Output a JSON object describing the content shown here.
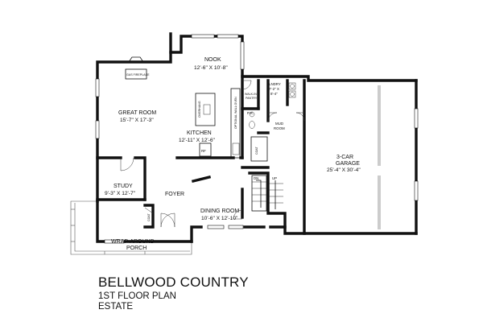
{
  "plan": {
    "title": "BELLWOOD COUNTRY",
    "subtitle": "1ST FLOOR PLAN",
    "edition": "ESTATE"
  },
  "rooms": {
    "nook": {
      "name": "NOOK",
      "dims": "12'-6\" X 10'-8\""
    },
    "great_room": {
      "name": "GREAT ROOM",
      "dims": "15'-7\" X 17'-3\""
    },
    "kitchen": {
      "name": "KITCHEN",
      "dims": "12'-11\" X 12'-6\""
    },
    "study": {
      "name": "STUDY",
      "dims": "9'-3\" X 12'-7\""
    },
    "foyer": {
      "name": "FOYER"
    },
    "dining_room": {
      "name": "DINING ROOM",
      "dims": "10'-6\" X 12'-10\""
    },
    "mud_room": {
      "name_1": "MUD",
      "name_2": "ROOM"
    },
    "laundry": {
      "name": "LNDRY",
      "dims_1": "7'-2\" X",
      "dims_2": "8'-4\""
    },
    "walkin_pantry": {
      "name_1": "WALK-IN",
      "name_2": "PANTRY"
    },
    "powder_room": {
      "name": "P.R."
    },
    "garage": {
      "name_1": "3-CAR",
      "name_2": "GARAGE",
      "dims": "25'-4\" X 30'-4\""
    },
    "porch": {
      "name_1": "WRAP-AROUND",
      "name_2": "PORCH"
    }
  },
  "fixtures": {
    "gas_fireplace": "GAS FIREPLACE",
    "overhang": "OVERHANG",
    "wall_ovens": "OPTIONAL WALL OVEN",
    "refrigerator": "RF",
    "coat_closet_1": "COAT",
    "coat_closet_2": "COAT",
    "stairs_down": "DN",
    "stairs_up": "UP"
  }
}
